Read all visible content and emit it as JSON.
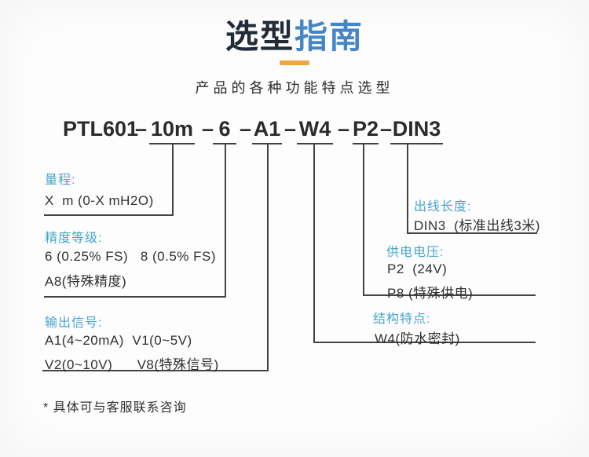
{
  "title": {
    "part1": "选型",
    "part2": "指南",
    "part1_color": "#222c38",
    "part2_color": "#4486c6",
    "underline_color": "#eda742"
  },
  "subtitle": "产品的各种功能特点选型",
  "model": {
    "prefix": "PTL601",
    "separator": "–",
    "segments": [
      "10m",
      "6",
      "A1",
      "W4",
      "P2",
      "DIN3"
    ]
  },
  "blocks": {
    "range": {
      "label": "量程:",
      "lines": [
        "X  m (0-X mH2O)"
      ]
    },
    "accuracy": {
      "label": "精度等级:",
      "lines": [
        "6 (0.25% FS)   8 (0.5% FS)",
        "A8(特殊精度)"
      ]
    },
    "output": {
      "label": "输出信号:",
      "lines": [
        "A1(4~20mA)  V1(0~5V)",
        "V2(0~10V)      V8(特殊信号)"
      ]
    },
    "cable": {
      "label": "出线长度:",
      "lines": [
        "DIN3  (标准出线3米)"
      ]
    },
    "power": {
      "label": "供电电压:",
      "lines": [
        "P2  (24V)",
        "P8 (特殊供电)"
      ]
    },
    "structure": {
      "label": "结构特点:",
      "lines": [
        "W4(防水密封)"
      ]
    }
  },
  "footnote": "* 具体可与客服联系咨询",
  "colors": {
    "label_blue": "#45a5cc",
    "text_dark": "#2b2b2b",
    "line": "#434343",
    "background": "#fdfdfd"
  }
}
